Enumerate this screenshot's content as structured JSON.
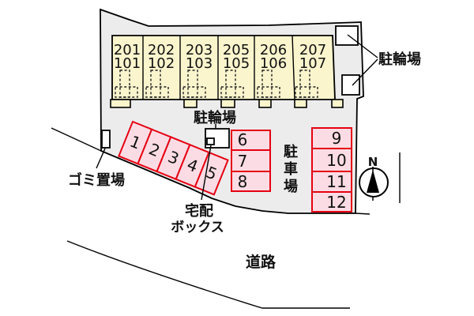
{
  "labels": {
    "bike_top": "駐輪場",
    "bike_mid": "駐輪場",
    "parking_lot_chars": [
      "駐",
      "車",
      "場"
    ],
    "garbage": "ゴミ置場",
    "delivery_line1": "宅配",
    "delivery_line2": "ボックス",
    "road": "道路",
    "north": "N"
  },
  "units": [
    {
      "upper": "201",
      "lower": "101"
    },
    {
      "upper": "202",
      "lower": "102"
    },
    {
      "upper": "203",
      "lower": "103"
    },
    {
      "upper": "205",
      "lower": "105"
    },
    {
      "upper": "206",
      "lower": "106"
    },
    {
      "upper": "207",
      "lower": "107"
    }
  ],
  "spaces": {
    "diagonal": [
      "1",
      "2",
      "3",
      "4",
      "5"
    ],
    "middle": [
      "6",
      "7",
      "8"
    ],
    "right": [
      "9",
      "10",
      "11",
      "12"
    ]
  },
  "colors": {
    "site_fill": "#ececec",
    "building_fill": "#faf5cd",
    "space_fill": "#fbdce4",
    "space_stroke": "#e60012",
    "line": "#000000"
  }
}
